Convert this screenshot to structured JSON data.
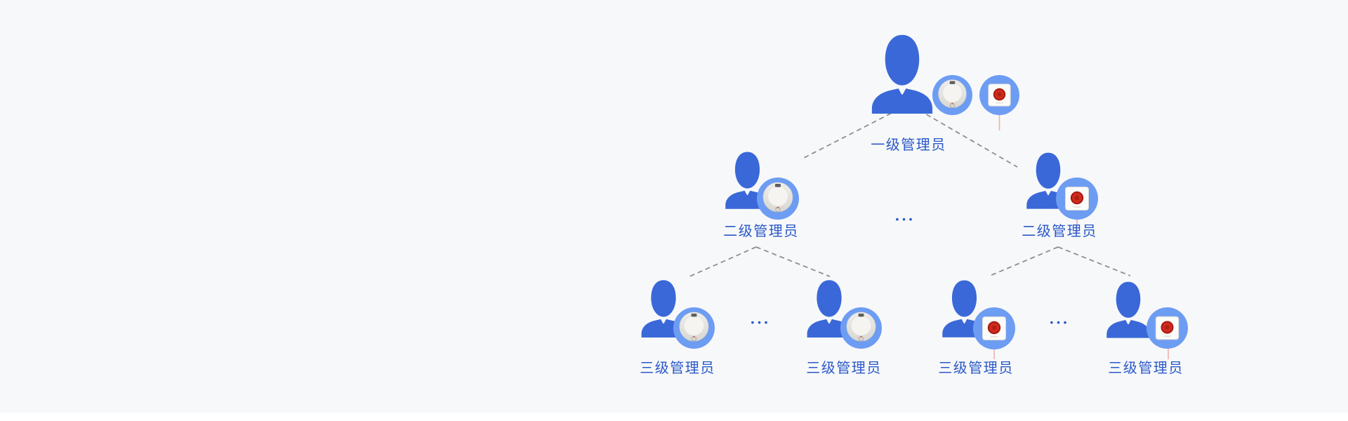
{
  "colors": {
    "bg": "#F7F8FA",
    "bottom-strip": "#FFFFFF",
    "person-blue": "#3A68D8",
    "badge-blue": "#6D9CF3",
    "text-blue": "#2A58C8",
    "line-gray": "#8D8E93",
    "cord-pink": "#F0AFA9"
  },
  "diagram": {
    "root": {
      "label": "一级管理员",
      "devices": [
        "dial-device",
        "emergency-button-device"
      ]
    },
    "level2": [
      {
        "label": "二级管理员",
        "device": "dial-device"
      },
      {
        "label": "二级管理员",
        "device": "emergency-button-device"
      }
    ],
    "level3": [
      {
        "label": "三级管理员",
        "device": "dial-device"
      },
      {
        "label": "三级管理员",
        "device": "dial-device"
      },
      {
        "label": "三级管理员",
        "device": "emergency-button-device"
      },
      {
        "label": "三级管理员",
        "device": "emergency-button-device"
      }
    ],
    "ellipsis": "•••"
  }
}
